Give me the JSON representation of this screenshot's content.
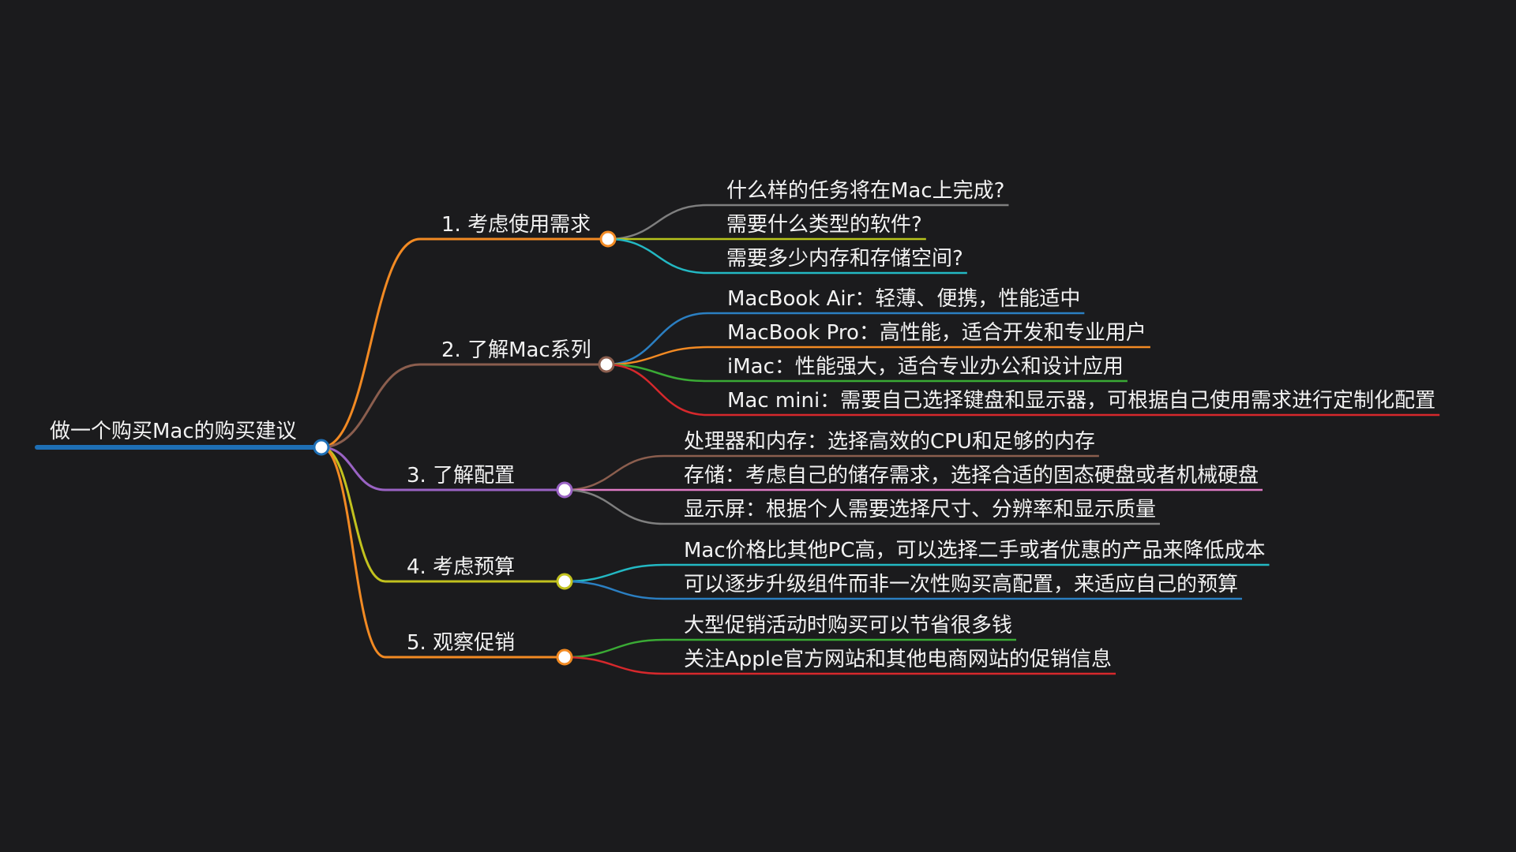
{
  "mindmap": {
    "root": {
      "label": "做一个购买Mac的购买建议",
      "color": "#1e6fb5"
    },
    "branches": [
      {
        "label": "1. 考虑使用需求",
        "color": "#f28a23",
        "children": [
          {
            "label": "什么样的任务将在Mac上完成?",
            "color": "#7f7f7f"
          },
          {
            "label": "需要什么类型的软件?",
            "color": "#b7c31c"
          },
          {
            "label": "需要多少内存和存储空间?",
            "color": "#23b8c3"
          }
        ]
      },
      {
        "label": "2. 了解Mac系列",
        "color": "#8b5e4e",
        "children": [
          {
            "label": "MacBook Air：轻薄、便携，性能适中",
            "color": "#2b7fc2"
          },
          {
            "label": "MacBook Pro：高性能，适合开发和专业用户",
            "color": "#f28a23"
          },
          {
            "label": "iMac：性能强大，适合专业办公和设计应用",
            "color": "#3aaa35"
          },
          {
            "label": "Mac mini：需要自己选择键盘和显示器，可根据自己使用需求进行定制化配置",
            "color": "#d6282c"
          }
        ]
      },
      {
        "label": "3. 了解配置",
        "color": "#9a63c4",
        "children": [
          {
            "label": "处理器和内存：选择高效的CPU和足够的内存",
            "color": "#8b5e4e"
          },
          {
            "label": "存储：考虑自己的储存需求，选择合适的固态硬盘或者机械硬盘",
            "color": "#e07bc5"
          },
          {
            "label": "显示屏：根据个人需要选择尺寸、分辨率和显示质量",
            "color": "#7f7f7f"
          }
        ]
      },
      {
        "label": "4. 考虑预算",
        "color": "#c2c21e",
        "children": [
          {
            "label": "Mac价格比其他PC高，可以选择二手或者优惠的产品来降低成本",
            "color": "#23b8c3"
          },
          {
            "label": "可以逐步升级组件而非一次性购买高配置，来适应自己的预算",
            "color": "#2b7fc2"
          }
        ]
      },
      {
        "label": "5. 观察促销",
        "color": "#f28a23",
        "children": [
          {
            "label": "大型促销活动时购买可以节省很多钱",
            "color": "#3aaa35"
          },
          {
            "label": "关注Apple官方网站和其他电商网站的促销信息",
            "color": "#d6282c"
          }
        ]
      }
    ]
  }
}
